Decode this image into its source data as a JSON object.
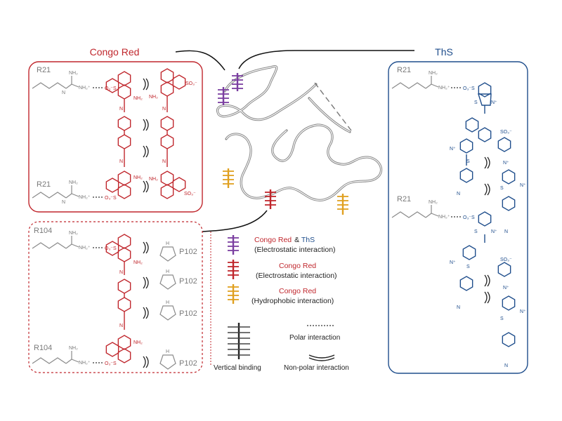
{
  "colors": {
    "congo_red": "#c0272d",
    "ths_blue": "#1f4e8c",
    "purple": "#7b3fa0",
    "red": "#c0272d",
    "orange": "#e0a020",
    "black": "#222222",
    "gray": "#888888"
  },
  "headers": {
    "congo_red": "Congo Red",
    "ths": "ThS"
  },
  "panels": {
    "cr_top": {
      "label1": "R21",
      "label2": "R21"
    },
    "cr_bottom": {
      "label1": "R104",
      "label2": "R104",
      "prolines": [
        "P102",
        "P102",
        "P102",
        "P102"
      ]
    },
    "ths": {
      "label1": "R21",
      "label2": "R21"
    }
  },
  "chem": {
    "nh2": "NH₂",
    "nh2plus": "NH₂⁺",
    "nh": "N",
    "h": "H",
    "o3s": "O₃⁻S",
    "so3": "SO₃⁻",
    "s": "S",
    "nplus": "N⁺",
    "nme2": "N",
    "ngrp": "N",
    "azo": "N",
    "pyrrolidine_n": "N",
    "pyrrolidine_h": "H"
  },
  "legend": {
    "purple_name1": "Congo Red",
    "purple_amp": "& ",
    "purple_name2": "ThS",
    "purple_desc": "(Electrostatic interaction)",
    "red_name": "Congo Red",
    "red_desc": "(Electrostatic interaction)",
    "orange_name": "Congo Red",
    "orange_desc": "(Hydrophobic interaction)",
    "vertical": "Vertical binding",
    "polar": "Polar interaction",
    "nonpolar": "Non-polar interaction"
  }
}
